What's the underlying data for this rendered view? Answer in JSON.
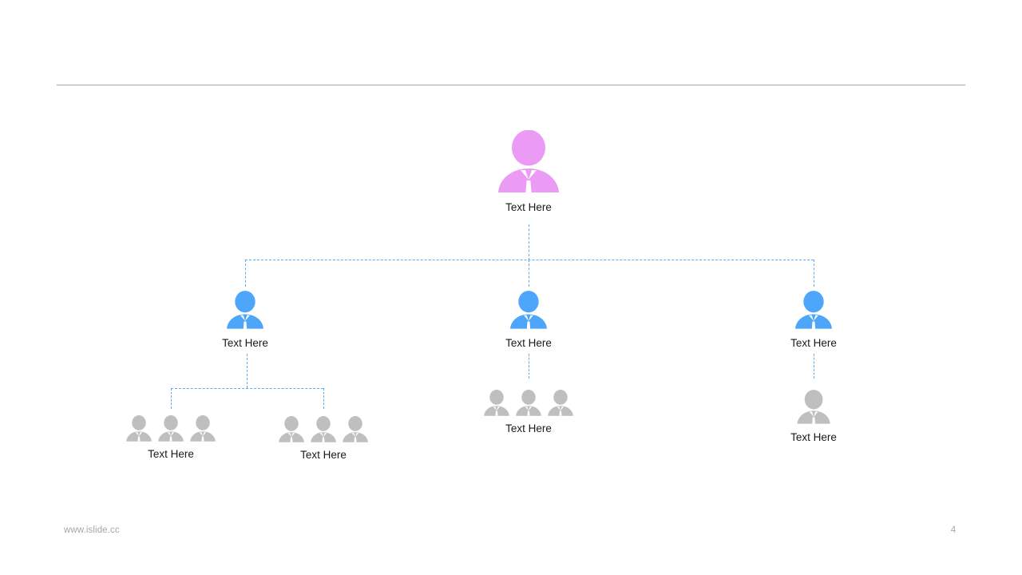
{
  "slide": {
    "page_number": "4",
    "footer_url": "www.islide.cc",
    "background_color": "#ffffff",
    "divider_color": "#a6a6a6"
  },
  "colors": {
    "root_accent": "#ec9bf5",
    "level2_accent": "#4da6fa",
    "level3_accent": "#bfbfbf",
    "connector": "#5cabf7",
    "label_text": "#1a1a1a",
    "footer_text": "#a6a6a6"
  },
  "org_chart": {
    "type": "organization-tree",
    "levels": 3,
    "root": {
      "label": "Text Here",
      "icon": "person-icon",
      "icon_count": 1,
      "color": "#ec9bf5"
    },
    "level2": [
      {
        "label": "Text Here",
        "icon": "person-icon",
        "icon_count": 1,
        "color": "#4da6fa"
      },
      {
        "label": "Text Here",
        "icon": "person-icon",
        "icon_count": 1,
        "color": "#4da6fa"
      },
      {
        "label": "Text Here",
        "icon": "person-icon",
        "icon_count": 1,
        "color": "#4da6fa"
      }
    ],
    "level3": [
      {
        "label": "Text Here",
        "icon": "people-group-icon",
        "icon_count": 3,
        "color": "#bfbfbf",
        "parent": 0
      },
      {
        "label": "Text Here",
        "icon": "people-group-icon",
        "icon_count": 3,
        "color": "#bfbfbf",
        "parent": 0
      },
      {
        "label": "Text Here",
        "icon": "people-group-icon",
        "icon_count": 3,
        "color": "#bfbfbf",
        "parent": 1
      },
      {
        "label": "Text Here",
        "icon": "person-icon",
        "icon_count": 1,
        "color": "#bfbfbf",
        "parent": 2
      }
    ]
  }
}
